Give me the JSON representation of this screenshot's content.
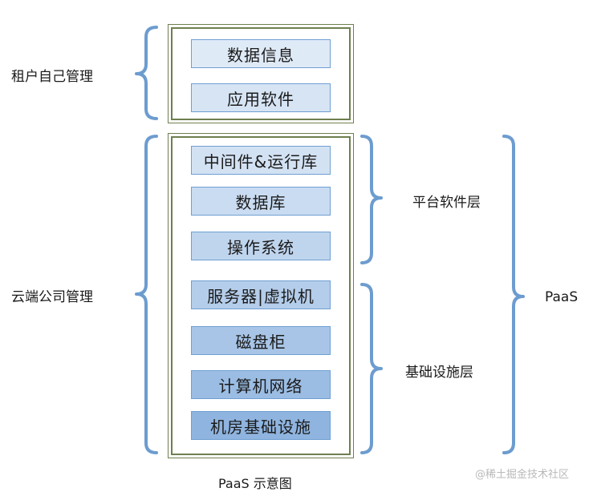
{
  "tenant_group_label": "租户自己管理",
  "cloud_group_label": "云端公司管理",
  "platform_layer_label": "平台软件层",
  "infrastructure_layer_label": "基础设施层",
  "paas_label": "PaaS",
  "caption": "PaaS 示意图",
  "watermark": "@稀土掘金技术社区",
  "tenant_layers": [
    {
      "label": "数据信息",
      "color": "#dfeaf7"
    },
    {
      "label": "应用软件",
      "color": "#d6e4f4"
    }
  ],
  "cloud_layers": [
    {
      "label": "中间件&运行库",
      "color": "#d3e2f3"
    },
    {
      "label": "数据库",
      "color": "#c9dcf1"
    },
    {
      "label": "操作系统",
      "color": "#bfd5ee"
    },
    {
      "label": "服务器|虚拟机",
      "color": "#b4cdea"
    },
    {
      "label": "磁盘柜",
      "color": "#a8c5e7"
    },
    {
      "label": "计算机网络",
      "color": "#9bbde3"
    },
    {
      "label": "机房基础设施",
      "color": "#8fb4df"
    }
  ]
}
